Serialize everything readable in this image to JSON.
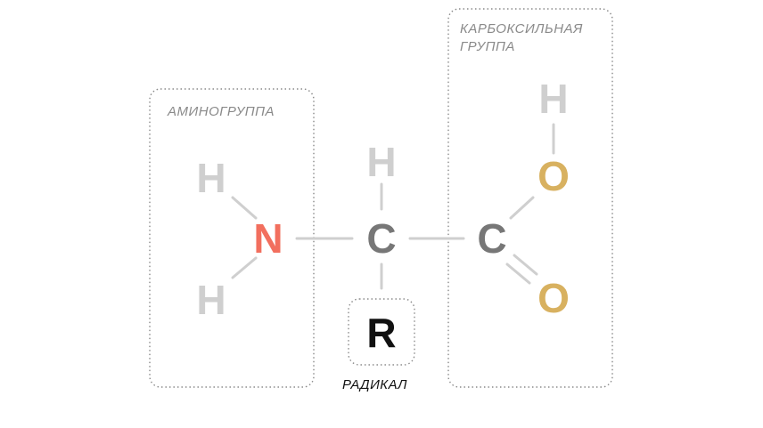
{
  "labels": {
    "amino_group": "АМИНОГРУППА",
    "carboxyl_line1": "КАРБОКСИЛЬНАЯ",
    "carboxyl_line2": "ГРУППА",
    "radical": "РАДИКАЛ"
  },
  "atoms": {
    "amino_h_top": "H",
    "amino_n": "N",
    "amino_h_bottom": "H",
    "alpha_h": "H",
    "alpha_c": "C",
    "radical_r": "R",
    "carboxyl_c": "C",
    "hydroxyl_o": "O",
    "hydroxyl_h": "H",
    "carbonyl_o": "O"
  },
  "colors": {
    "hydrogen": "#cfcfcf",
    "nitrogen": "#f26f5e",
    "carbon": "#777777",
    "oxygen": "#d8b160",
    "radical": "#111111",
    "bond": "#cfcfcf",
    "box_border": "#8a8a8a"
  }
}
